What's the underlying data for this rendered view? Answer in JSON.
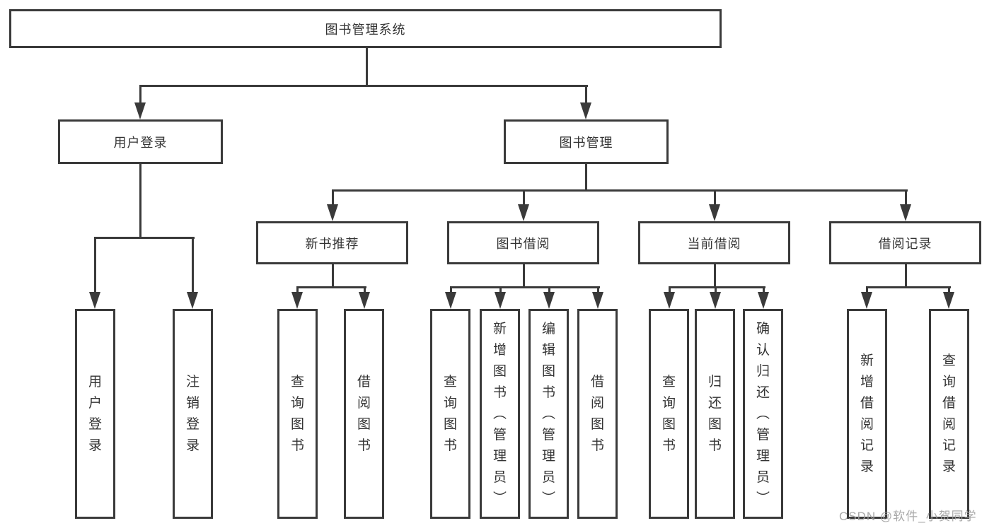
{
  "colors": {
    "line": "#3a3a3a",
    "text": "#333333",
    "box_background": "#ffffff",
    "watermark": "#a0a0a0"
  },
  "watermark": "CSDN @软件_小贺同学",
  "tree": {
    "label": "图书管理系统",
    "children": [
      {
        "label": "用户登录",
        "children": [
          {
            "label": "用户登录"
          },
          {
            "label": "注销登录"
          }
        ]
      },
      {
        "label": "图书管理",
        "children": [
          {
            "label": "新书推荐",
            "children": [
              {
                "label": "查询图书"
              },
              {
                "label": "借阅图书"
              }
            ]
          },
          {
            "label": "图书借阅",
            "children": [
              {
                "label": "查询图书"
              },
              {
                "label": "新增图书（管理员）"
              },
              {
                "label": "编辑图书（管理员）"
              },
              {
                "label": "借阅图书"
              }
            ]
          },
          {
            "label": "当前借阅",
            "children": [
              {
                "label": "查询图书"
              },
              {
                "label": "归还图书"
              },
              {
                "label": "确认归还（管理员）"
              }
            ]
          },
          {
            "label": "借阅记录",
            "children": [
              {
                "label": "新增借阅记录"
              },
              {
                "label": "查询借阅记录"
              }
            ]
          }
        ]
      }
    ]
  }
}
